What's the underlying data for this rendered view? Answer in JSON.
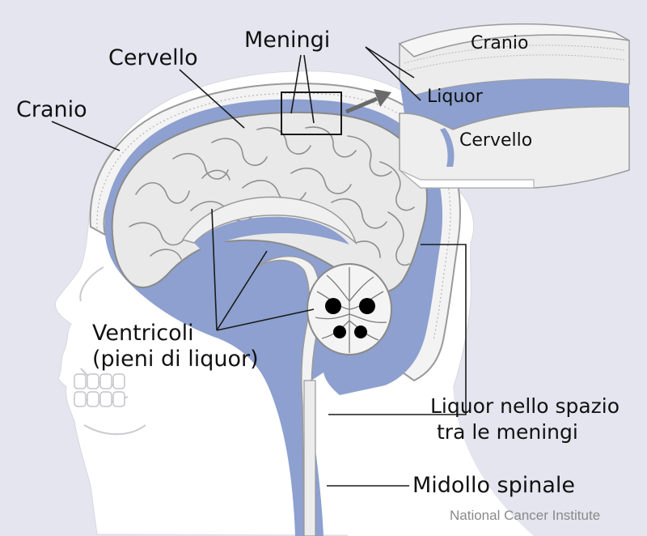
{
  "labels": {
    "meningi": "Meningi",
    "cervello_main": "Cervello",
    "cranio_main": "Cranio",
    "ventricoli_line1": "Ventricoli",
    "ventricoli_line2": "(pieni di liquor)",
    "liquor_spazio_line1": "Liquor nello spazio",
    "liquor_spazio_line2": "tra le meningi",
    "midollo": "Midollo spinale"
  },
  "inset": {
    "cranio": "Cranio",
    "liquor": "Liquor",
    "cervello": "Cervello"
  },
  "credit": "National Cancer Institute",
  "colors": {
    "background": "#e4e5ef",
    "csf_blue": "#8da0cf",
    "head_white": "#ffffff",
    "brain_grey": "#e9e9e9",
    "skull_line": "#9a9a9a"
  }
}
